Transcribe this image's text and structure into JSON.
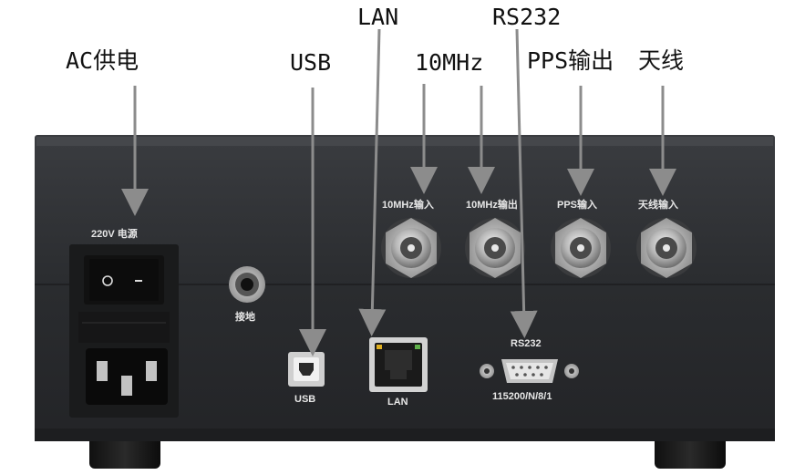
{
  "callouts": {
    "ac_power": "AC供电",
    "usb": "USB",
    "lan": "LAN",
    "rs232": "RS232",
    "ten_mhz": "10MHz",
    "pps_out": "PPS输出",
    "antenna": "天线"
  },
  "panel_labels": {
    "power_rating": "220V 电源",
    "ground": "接地",
    "in_10mhz": "10MHz输入",
    "out_10mhz": "10MHz输出",
    "pps_in": "PPS输入",
    "antenna_in": "天线输入",
    "usb": "USB",
    "lan": "LAN",
    "rs232": "RS232",
    "serial_settings": "115200/N/8/1"
  },
  "colors": {
    "panel": "#2b2d30",
    "arrow": "#8c8c8c",
    "connector_metal": "#c9c9c9",
    "lan_led": "#e0b020"
  }
}
